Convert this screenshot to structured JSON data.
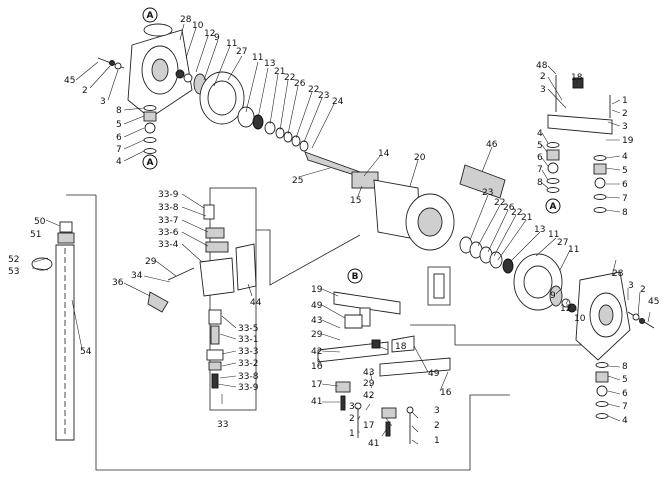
{
  "callouts": [
    "A",
    "A",
    "A",
    "B"
  ],
  "labels": [
    "28",
    "10",
    "12",
    "9",
    "11",
    "27",
    "11",
    "13",
    "21",
    "22",
    "26",
    "22",
    "23",
    "24",
    "25",
    "14",
    "15",
    "45",
    "2",
    "3",
    "8",
    "5",
    "6",
    "7",
    "4",
    "20",
    "46",
    "23",
    "22",
    "26",
    "22",
    "21",
    "13",
    "11",
    "27",
    "11",
    "48",
    "2",
    "3",
    "18",
    "4",
    "5",
    "6",
    "7",
    "8",
    "1",
    "2",
    "3",
    "19",
    "4",
    "5",
    "6",
    "7",
    "8",
    "33-9",
    "33-8",
    "33-7",
    "33-6",
    "33-4",
    "29",
    "34",
    "36",
    "44",
    "33-5",
    "33-1",
    "33-3",
    "33-2",
    "33-8",
    "33-9",
    "33",
    "50",
    "51",
    "52",
    "53",
    "54",
    "19",
    "49",
    "43",
    "29",
    "42",
    "16",
    "17",
    "41",
    "3",
    "2",
    "1",
    "17",
    "41",
    "18",
    "43",
    "29",
    "42",
    "49",
    "16",
    "3",
    "2",
    "1",
    "28",
    "3",
    "2",
    "45",
    "9",
    "12",
    "10",
    "8",
    "5",
    "6",
    "7",
    "4"
  ]
}
